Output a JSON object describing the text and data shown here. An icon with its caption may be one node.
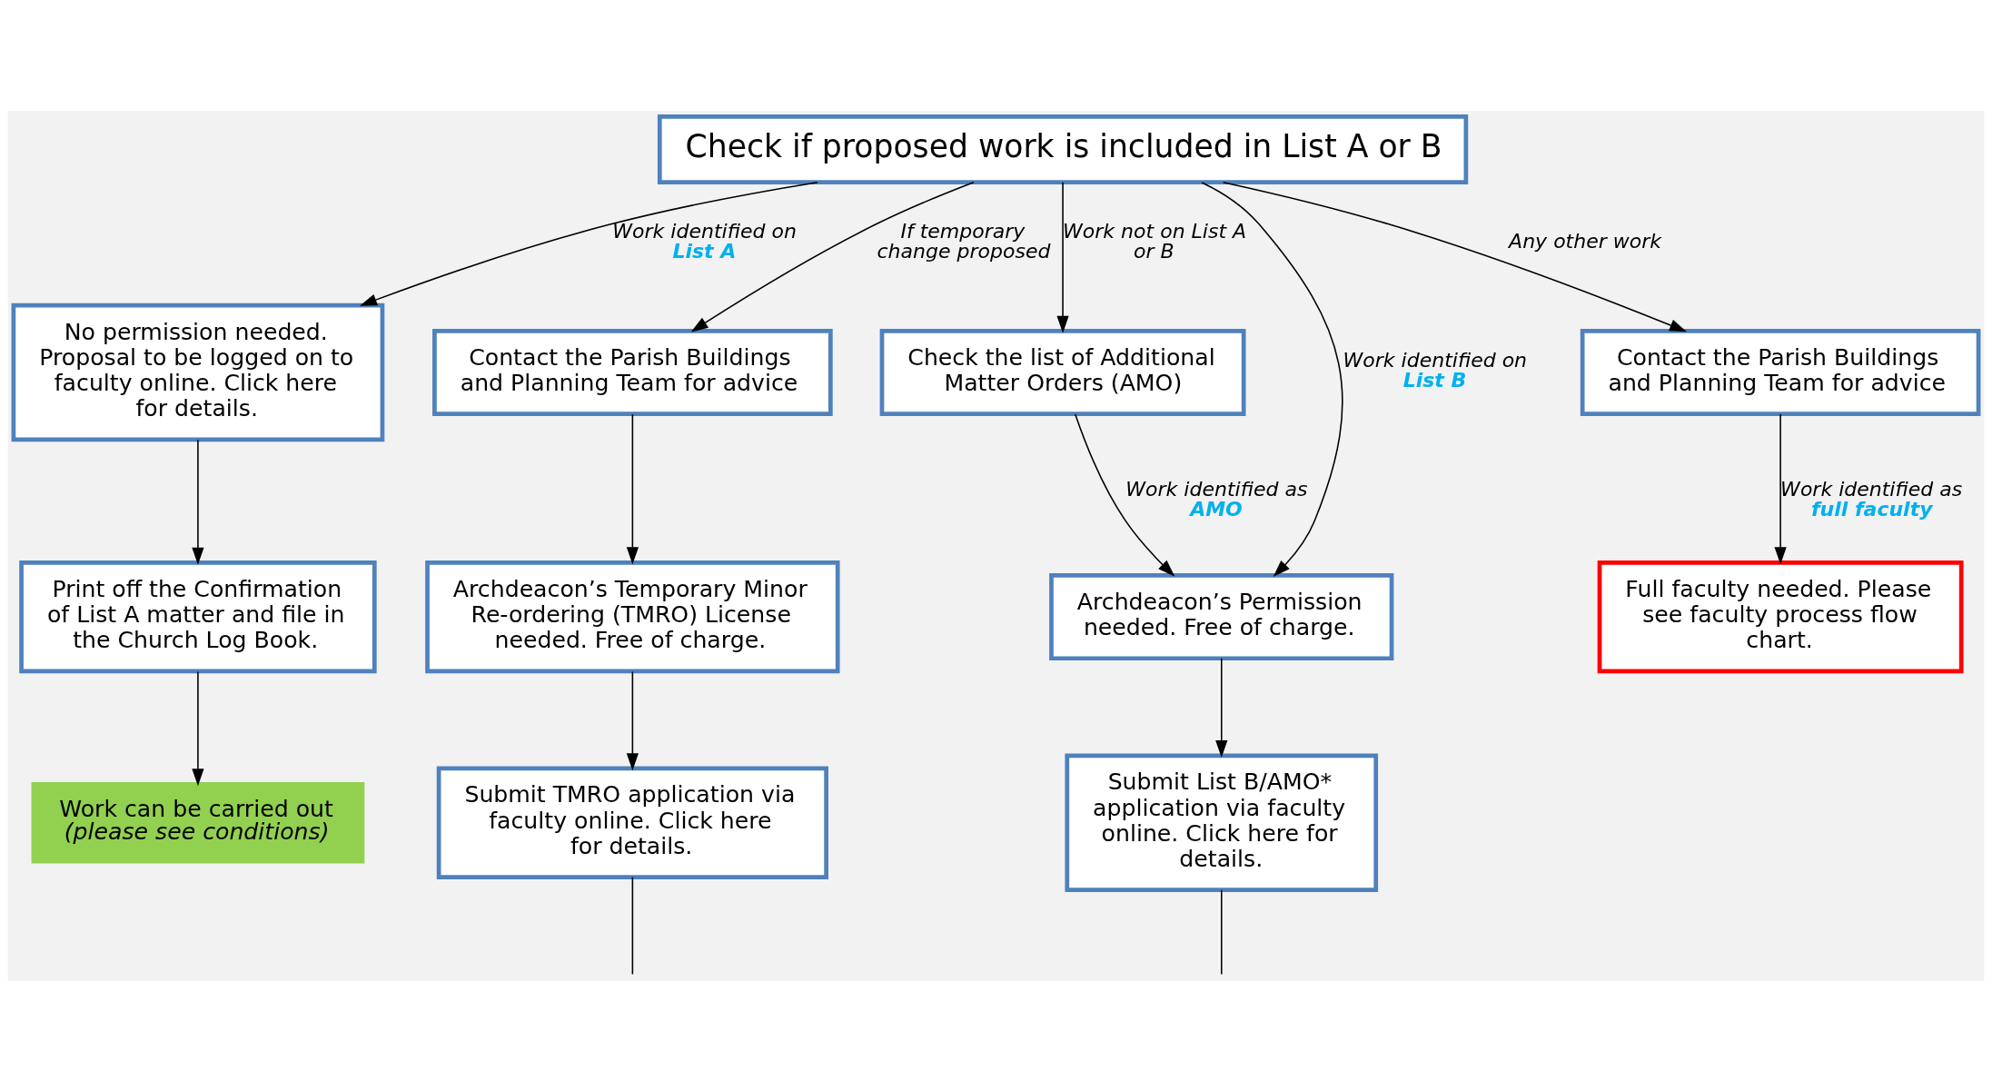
{
  "diagram": {
    "nodes": [
      {
        "text": [
          "Check if proposed work is included in List A or B"
        ]
      },
      {
        "text": [
          "No permission needed. Proposal to be logged on to faculty online. Click here for details."
        ]
      },
      {
        "text": [
          "Print off the Confirmation of List A matter and file in the Church Log Book."
        ]
      },
      {
        "text": [
          "Work can be carried out *(please see conditions)*"
        ]
      },
      {
        "text": [
          "Check the list of Additional Matter Orders (AMO)"
        ]
      },
      {
        "text": [
          "Contact the Parish Buildings and Planning Team for advice"
        ]
      },
      {
        "text": [
          "Contact the Parish Buildings and Planning Team for advice"
        ]
      },
      {
        "text": [
          "Archdeacon’s Permission needed. Free of charge."
        ]
      },
      {
        "text": [
          "Archdeacon’s Temporary Minor Re-ordering (TMRO) License needed. Free of charge."
        ]
      },
      {
        "text": [
          "Full faculty needed. Please see faculty process flow chart."
        ]
      },
      {
        "text": [
          "Submit List B/AMO* application via faculty online. Click here for details."
        ]
      },
      {
        "text": [
          "Submit TMRO application via faculty online. Click here for details."
        ]
      }
    ],
    "edges": [
      {
        "from": 0,
        "to": 1,
        "arrow": "to",
        "label": "Work identified on **List A**"
      },
      {
        "from": 0,
        "to": 7,
        "arrow": "to",
        "label": "Work identified on **List B**"
      },
      {
        "from": 0,
        "to": 4,
        "arrow": "to",
        "label": "Work not on List A or B"
      },
      {
        "from": 0,
        "to": 5,
        "arrow": "to",
        "label": "If temporary change proposed"
      },
      {
        "from": 0,
        "to": 6,
        "arrow": "to",
        "label": "Any other work"
      },
      {
        "from": 1,
        "to": 2,
        "arrow": "to"
      },
      {
        "from": 2,
        "to": 3,
        "arrow": "to"
      },
      {
        "from": 4,
        "to": 7,
        "arrow": "to",
        "label": "Work identified as **AMO**"
      },
      {
        "from": 5,
        "to": 8,
        "arrow": "to"
      },
      {
        "from": 6,
        "to": 9,
        "arrow": "to",
        "label": "Work identified as **full faculty**"
      },
      {
        "from": 7,
        "to": 10,
        "arrow": "to"
      },
      {
        "from": 8,
        "to": 11,
        "arrow": "to"
      },
      {
        "from": 10,
        "to": null,
        "arrow": "none"
      },
      {
        "from": 11,
        "to": null,
        "arrow": "none"
      }
    ]
  }
}
